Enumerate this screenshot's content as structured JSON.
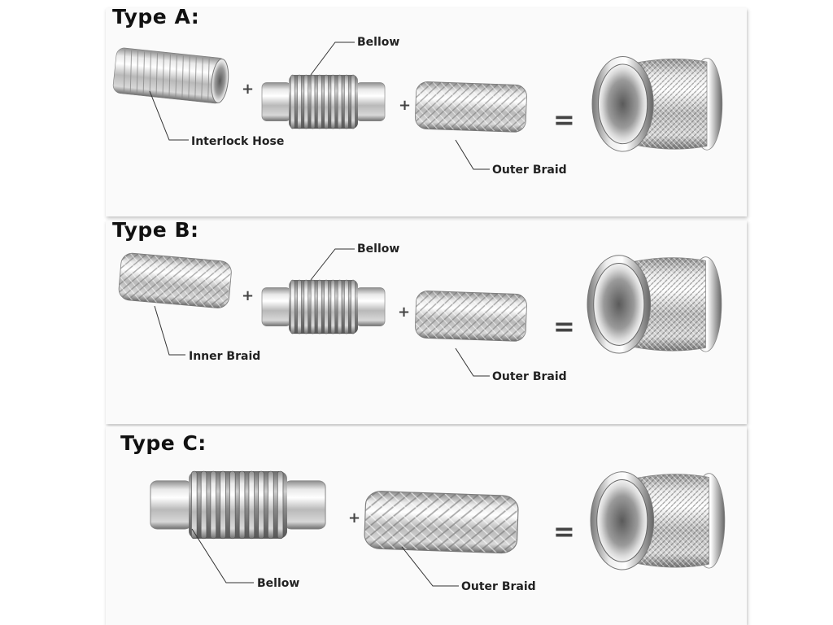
{
  "sections": [
    {
      "title": "Type A:",
      "labels": {
        "first": "Interlock Hose",
        "second": "Bellow",
        "third": "Outer Braid"
      },
      "operators": {
        "plus1": "+",
        "plus2": "+",
        "equals": "="
      }
    },
    {
      "title": "Type B:",
      "labels": {
        "first": "Inner Braid",
        "second": "Bellow",
        "third": "Outer Braid"
      },
      "operators": {
        "plus1": "+",
        "plus2": "+",
        "equals": "="
      }
    },
    {
      "title": "Type C:",
      "labels": {
        "first": "Bellow",
        "second": "Outer Braid"
      },
      "operators": {
        "plus1": "+",
        "equals": "="
      }
    }
  ]
}
